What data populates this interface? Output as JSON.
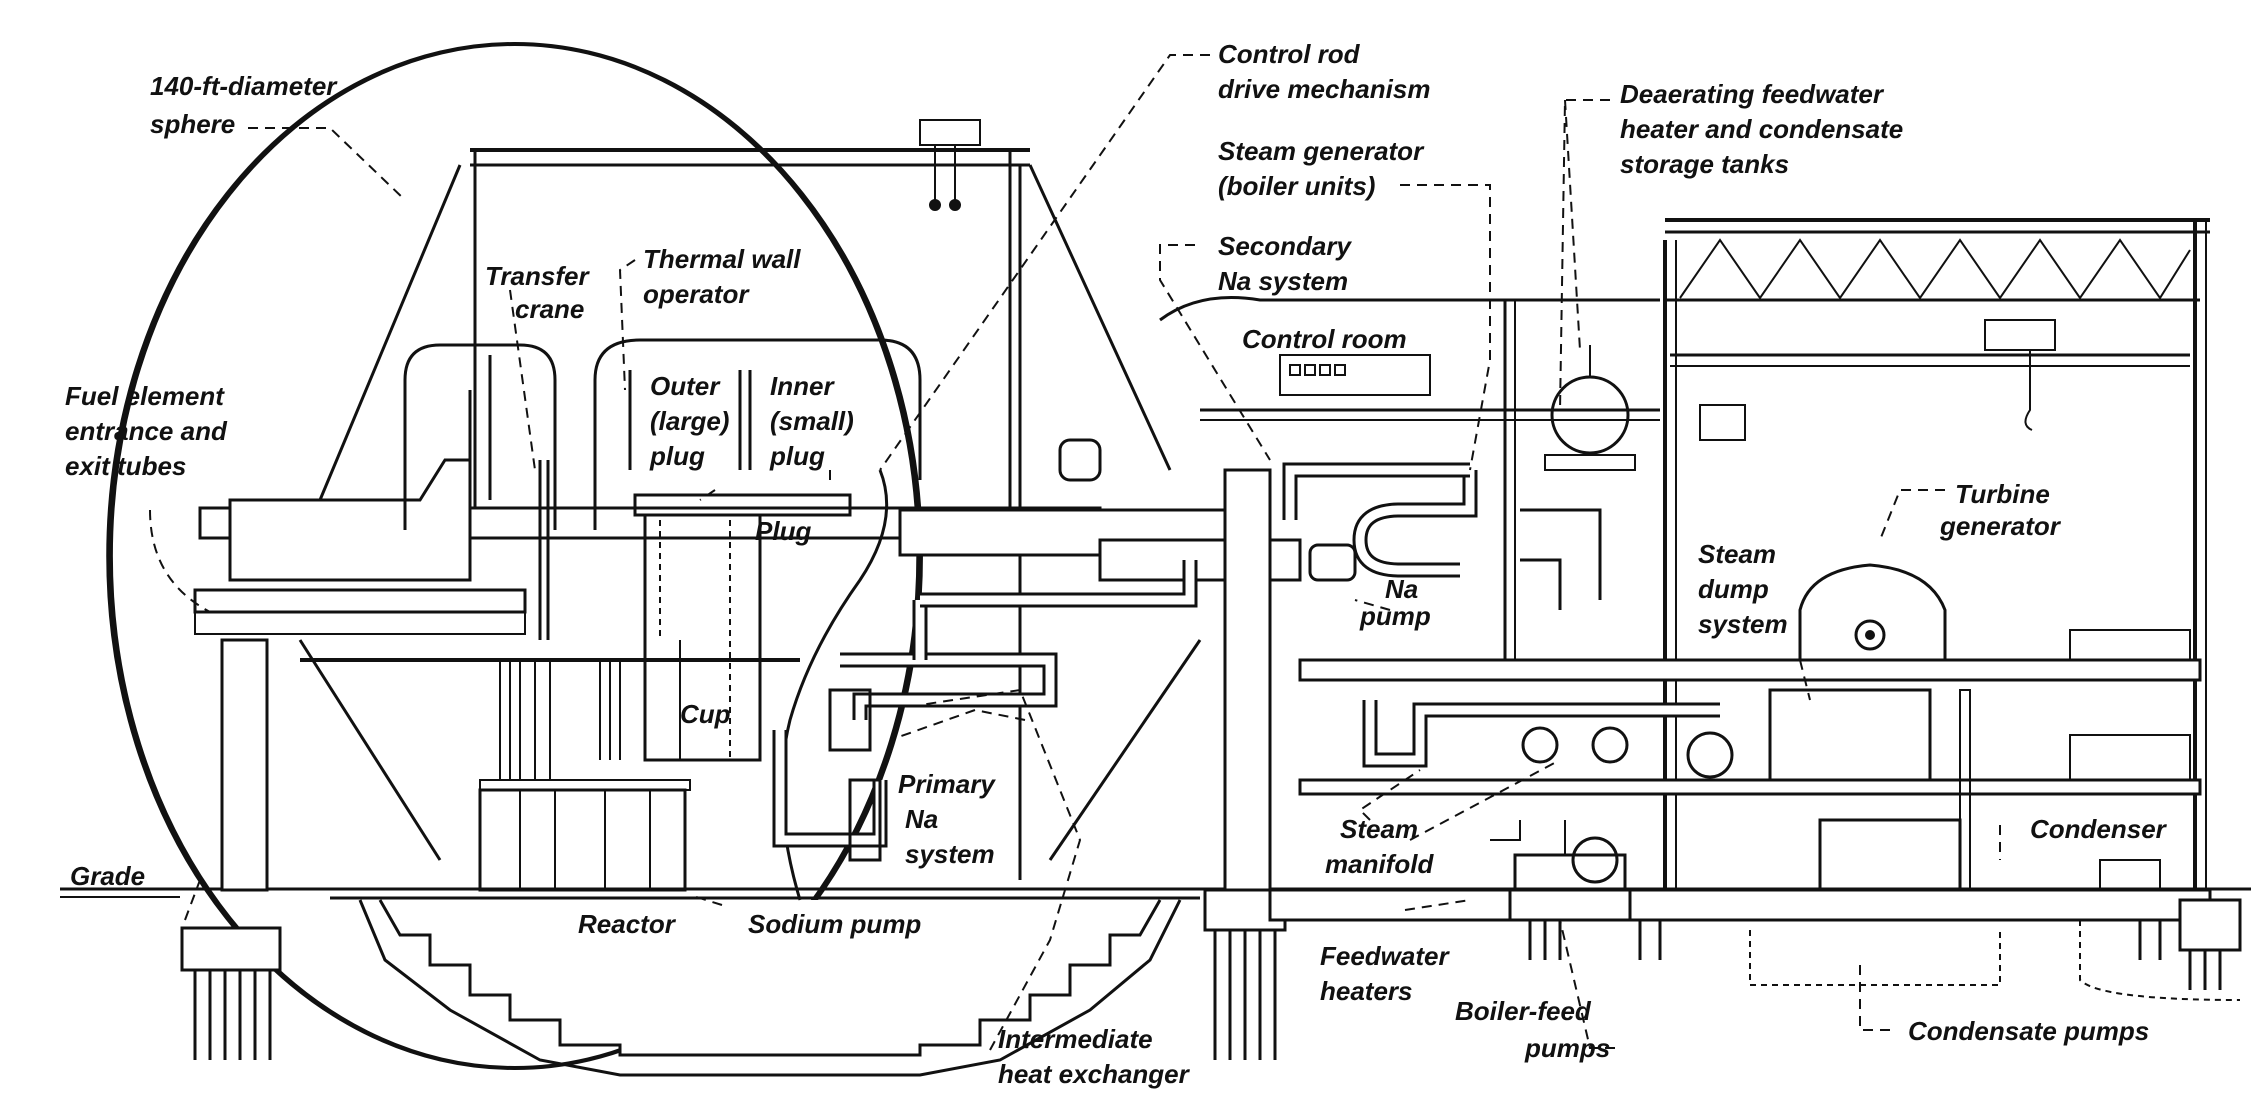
{
  "labels": {
    "sphere": [
      "140-ft-diameter",
      "sphere"
    ],
    "fuel_tubes": [
      "Fuel element",
      "entrance and",
      "exit tubes"
    ],
    "grade": "Grade",
    "transfer_crane": [
      "Transfer",
      "crane"
    ],
    "thermal_wall": [
      "Thermal wall",
      "operator"
    ],
    "outer_plug": [
      "Outer",
      "(large)",
      "plug"
    ],
    "inner_plug": [
      "Inner",
      "(small)",
      "plug"
    ],
    "plug": "Plug",
    "cup": "Cup",
    "reactor": "Reactor",
    "sodium_pump": "Sodium pump",
    "primary_na": [
      "Primary",
      "Na",
      "system"
    ],
    "ihx": [
      "Intermediate",
      "heat exchanger"
    ],
    "control_rod": [
      "Control rod",
      "drive mechanism"
    ],
    "steam_generator": [
      "Steam generator",
      "(boiler units)"
    ],
    "secondary_na": [
      "Secondary",
      "Na system"
    ],
    "control_room": "Control room",
    "na_pump": [
      "Na",
      "pump"
    ],
    "deaerating": [
      "Deaerating feedwater",
      "heater and condensate",
      "storage tanks"
    ],
    "turbine": [
      "Turbine",
      "generator"
    ],
    "steam_dump": [
      "Steam",
      "dump",
      "system"
    ],
    "steam_manifold": [
      "Steam",
      "manifold"
    ],
    "feedwater_heaters": [
      "Feedwater",
      "heaters"
    ],
    "boiler_feed": [
      "Boiler-feed",
      "pumps"
    ],
    "condenser": "Condenser",
    "condensate_pumps": "Condensate pumps"
  },
  "colors": {
    "ink": "#111111",
    "paper": "#ffffff"
  }
}
